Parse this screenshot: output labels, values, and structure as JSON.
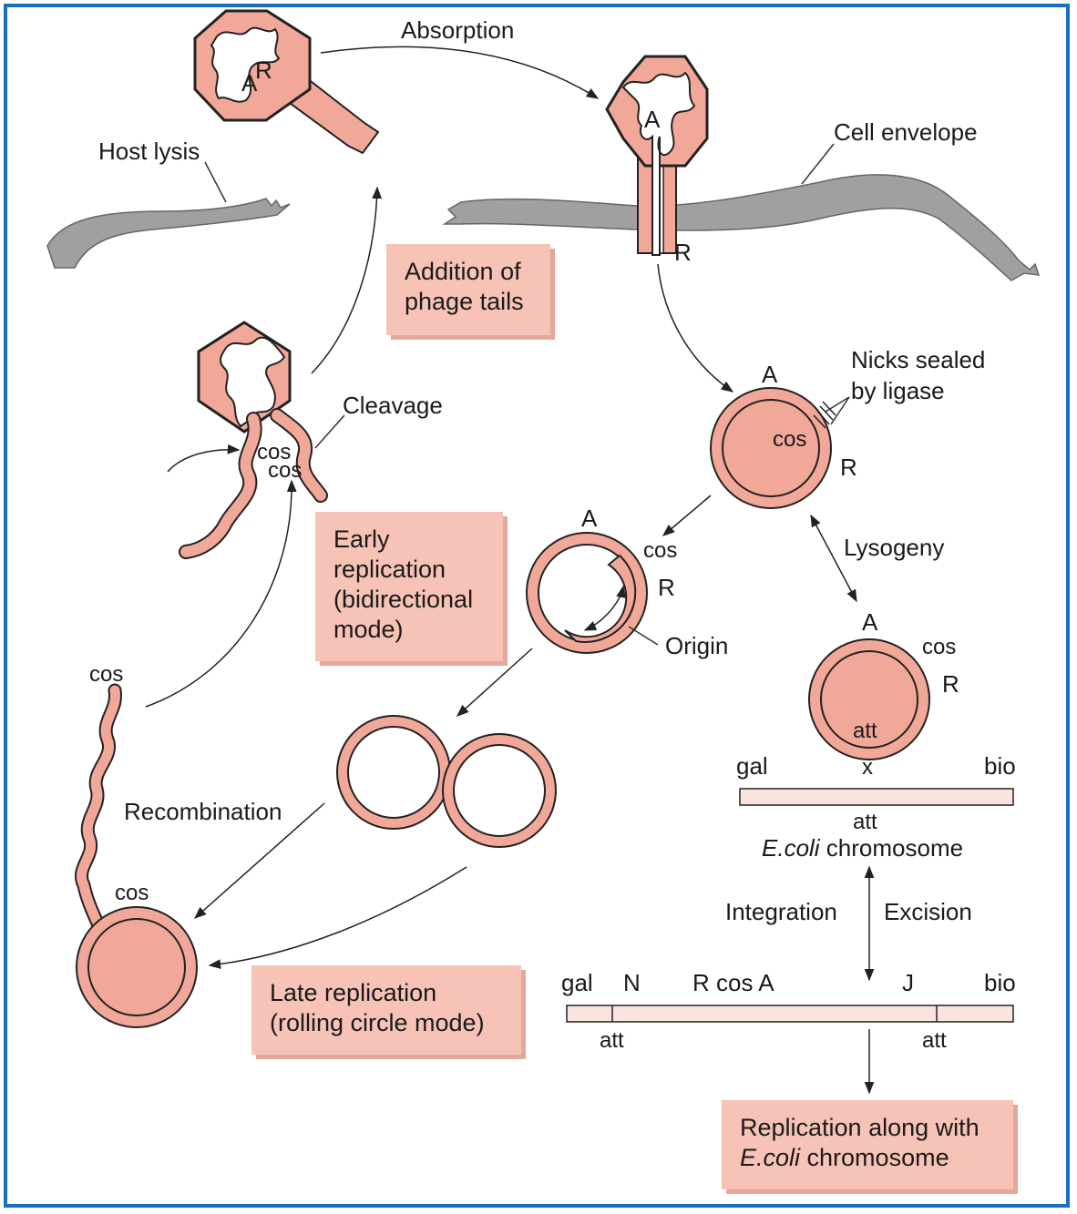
{
  "colors": {
    "frame": "#1a6fc0",
    "dna_fill": "#f2a898",
    "dna_stroke": "#2a2a2a",
    "envelope": "#a0a0a0",
    "box_fill": "#f6c3b6",
    "box_shadow": "#e4a89a"
  },
  "labels": {
    "absorption": "Absorption",
    "host_lysis": "Host lysis",
    "cell_envelope": "Cell envelope",
    "phage_top_A": "A",
    "phage_top_R": "R",
    "phage_inj_A": "A",
    "phage_inj_R": "R",
    "cleavage": "Cleavage",
    "cos_upper": "cos",
    "cos_lower": "cos",
    "nicks_line1": "Nicks sealed",
    "nicks_line2": "by ligase",
    "circ1_A": "A",
    "circ1_cos": "cos",
    "circ1_R": "R",
    "lysogeny": "Lysogeny",
    "circ2_A": "A",
    "circ2_cos": "cos",
    "circ2_R": "R",
    "origin": "Origin",
    "circ3_A": "A",
    "circ3_cos": "cos",
    "circ3_R": "R",
    "circ3_att": "att",
    "chrom_gal": "gal",
    "chrom_x": "x",
    "chrom_bio": "bio",
    "chrom_att": "att",
    "chrom_ecoli": "E.coli",
    "chrom_word": " chromosome",
    "integration": "Integration",
    "excision": "Excision",
    "recombination": "Recombination",
    "rolling_cos_top": "cos",
    "rolling_cos_bottom": "cos",
    "int_gal": "gal",
    "int_N": "N",
    "int_RcosA": "R cos A",
    "int_J": "J",
    "int_bio": "bio",
    "int_att_left": "att",
    "int_att_right": "att"
  },
  "boxes": {
    "phage_tails": [
      "Addition of",
      "phage tails"
    ],
    "early_replication": [
      "Early",
      "replication",
      "(bidirectional",
      "mode)"
    ],
    "late_replication": [
      "Late replication",
      "(rolling circle mode)"
    ],
    "replication_ecoli_line1": "Replication along with",
    "replication_ecoli_italic": "E.coli",
    "replication_ecoli_rest": " chromosome"
  }
}
